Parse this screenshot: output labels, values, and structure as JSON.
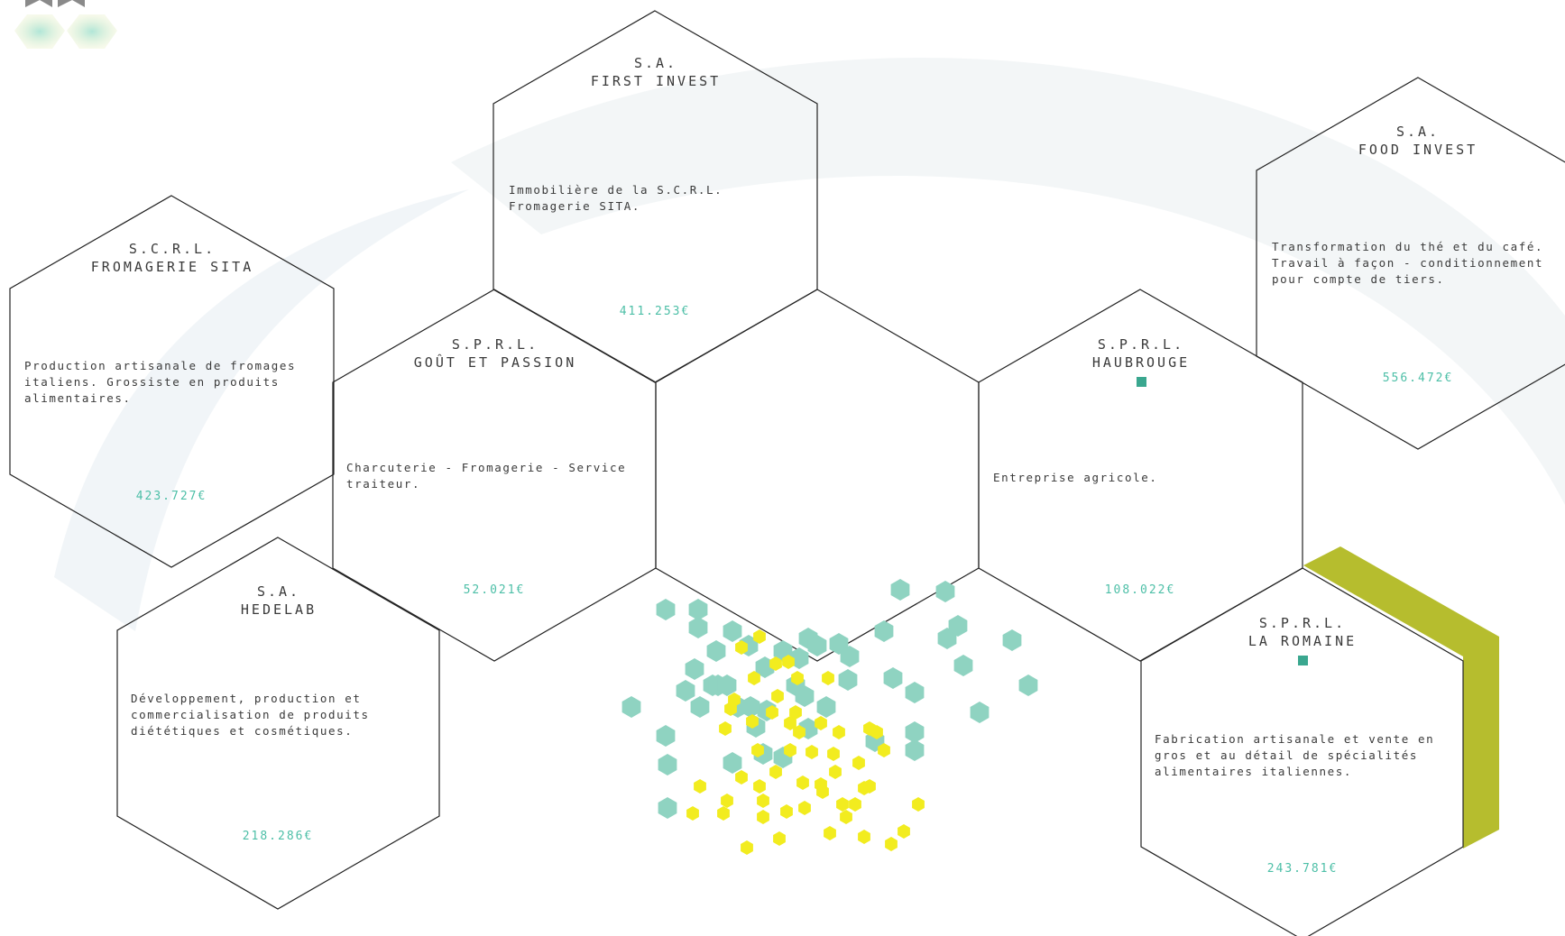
{
  "colors": {
    "accent": "#4dbfa7",
    "teal_hex": "#8fd3c1",
    "yellow_hex": "#f2ec1f",
    "olive_band": "#b6bd2e",
    "marker": "#3aa78f"
  },
  "companies": [
    {
      "form": "S.A.",
      "name": "FIRST INVEST",
      "description": "Immobilière de la S.C.R.L. Fromagerie SITA.",
      "amount": "411.253€"
    },
    {
      "form": "S.C.R.L.",
      "name": "FROMAGERIE SITA",
      "description": "Production artisanale de fromages italiens. Grossiste en produits alimentaires.",
      "amount": "423.727€"
    },
    {
      "form": "S.P.R.L.",
      "name": "GOÛT ET PASSION",
      "description": "Charcuterie - Fromagerie - Service traiteur.",
      "amount": "52.021€"
    },
    {
      "form": "S.A.",
      "name": "HEDELAB",
      "description": "Développement, production et commercialisation de produits diététiques et cosmétiques.",
      "amount": "218.286€"
    },
    {
      "form": "S.A.",
      "name": "FOOD INVEST",
      "description": "Transformation du thé et du café. Travail à façon - conditionnement pour compte de tiers.",
      "amount": "556.472€"
    },
    {
      "form": "S.P.R.L.",
      "name": "HAUBROUGE",
      "description": "Entreprise agricole.",
      "amount": "108.022€"
    },
    {
      "form": "S.P.R.L.",
      "name": "LA ROMAINE",
      "description": "Fabrication artisanale et vente en gros et au détail de spécialités alimentaires italiennes.",
      "amount": "243.781€"
    }
  ]
}
